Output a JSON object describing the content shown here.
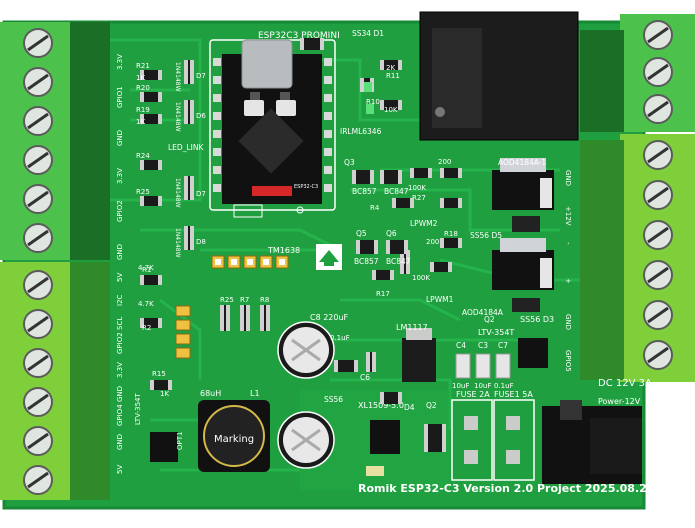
{
  "colors": {
    "board": "#1f9f3f",
    "board_dark": "#17822f",
    "trace": "#23b04a",
    "terminal_dark": "#1b6e25",
    "terminal_light": "#4cc24c",
    "screw": "#dfe6df",
    "chip": "#2a2a2a",
    "pad": "#c9ccc9",
    "relay": "#222222"
  },
  "board": {
    "footer": "Romik  ESP32-C3  Version  2.0  Project  2025.08.27"
  },
  "modules": {
    "esp": "ESP32C3 PROMINI",
    "esp_chip": "ESP32-C3",
    "tm": "TM1638"
  },
  "parts": {
    "aod1": "AOD4184A-1",
    "aod2": "AOD4184A",
    "lpwm1": "LPWM1",
    "lpwm2": "LPWM2",
    "ss34": "SS34  D1",
    "ss56_d5": "SS56  D5",
    "ss56_d3": "SS56  D3",
    "ss56": "SS56",
    "bc857": "BC857",
    "bc847": "BC847",
    "bc857b": "BC857",
    "bc847b": "BC847",
    "rlml": "IRLML6346",
    "lm1117": "LM1117",
    "xl": "XL1509-5.0",
    "c8": "C8  220uF",
    "c6": "C6",
    "c4": "C4",
    "c3": "C3",
    "c7": "C7",
    "c4v": "10uF",
    "c3v": "10uF",
    "c7v": "0.1uF",
    "c_small": "0.1uF",
    "ltv_top": "LTV-354T",
    "ltv_bottom": "LTV-354T",
    "opt1": "OPT1",
    "inductor_ref": "L1",
    "inductor_val": "68uH",
    "inductor_mark": "Marking",
    "fuse1": "FUSE  2A",
    "fuse2": "FUSE1  5A",
    "dc": "DC  12V  3A",
    "power": "Power-12V",
    "led_link": "LED_LINK",
    "r21": "R21",
    "r20": "R20",
    "r19": "R19",
    "r24": "R24",
    "r25": "R25",
    "r1": "R1",
    "r2": "R2",
    "r15": "R15",
    "r17": "R17",
    "r18": "R18",
    "r27": "R27",
    "r4": "R4",
    "r11": "R11",
    "r10": "R10",
    "r25b": "R25",
    "r7": "R7",
    "r8": "R8",
    "k1": "1K",
    "k2": "2K",
    "k10": "10K",
    "k47": "4.7K",
    "k47b": "4.7K",
    "k100": "100K",
    "k200": "200",
    "k200b": "200",
    "q3": "Q3",
    "q5": "Q5",
    "q6": "Q6",
    "q2": "Q2",
    "d7": "D7",
    "d6": "D6",
    "d8": "D8",
    "d4": "D4",
    "diode_rating": "1N4148W"
  },
  "left_labels_top": [
    "3.3V",
    "GPIO1",
    "GND",
    "3.3V",
    "GPIO2",
    "GND"
  ],
  "left_labels_bottom": [
    "5V",
    "I2C",
    "SCL",
    "GPIO2",
    "3.3V",
    "GND",
    "GPIO4",
    "GND",
    "5V"
  ],
  "right_labels": [
    "GND",
    "+12V",
    "-",
    "+",
    "GND",
    "GPIO5"
  ],
  "terminals": {
    "left_top_count": 6,
    "left_bottom_count": 6,
    "right_top_count": 3,
    "right_bottom_count": 6
  }
}
